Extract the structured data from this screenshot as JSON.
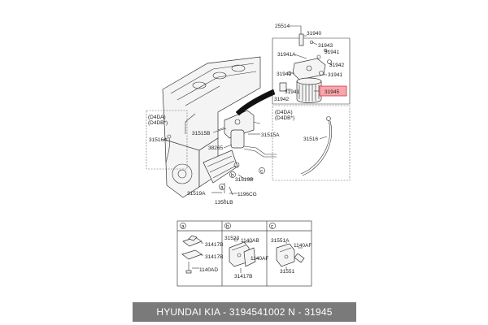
{
  "labels": {
    "p25514": "25514",
    "p31940": "31940",
    "p31943": "31943",
    "p31941a": "31941A",
    "p31941_1": "31941",
    "p31942_1": "31942",
    "p31941_2": "31941",
    "p31941_3": "31941",
    "p31941_4": "31941",
    "p31942_2": "31942",
    "p31945": "31945",
    "p31515b": "31515B",
    "p31515a": "31515A",
    "p31516a": "31516A",
    "p31516": "31516",
    "p38265": "38265",
    "p31519b": "31519B",
    "p31519a": "31519A",
    "p1196cg": "1196CG",
    "p1350lb": "1350LB",
    "p31417b_1": "31417B",
    "p31417b_2": "31417B",
    "p1140ad": "1140AD",
    "p31523": "31523",
    "p1140ab": "1140AB",
    "p1140af_1": "1140AF",
    "p31417b_3": "31417B",
    "p31551a": "31551A",
    "p1140af_2": "1140AF",
    "p31551": "31551"
  },
  "callouts": {
    "a1": "a",
    "b1": "b",
    "c1": "c",
    "a2": "a",
    "b2": "b",
    "c2": "c"
  },
  "variant_left": [
    "(D4DA)",
    "(D4DB*)"
  ],
  "variant_right": [
    "(D4DA)",
    "(D4DB*)"
  ],
  "banner": "HYUNDAI  KIA - 3194541002     N - 31945",
  "colors": {
    "highlight_fill": "#f7a6ad",
    "highlight_stroke": "#d9323f",
    "banner_bg": "#7a7a7a"
  }
}
